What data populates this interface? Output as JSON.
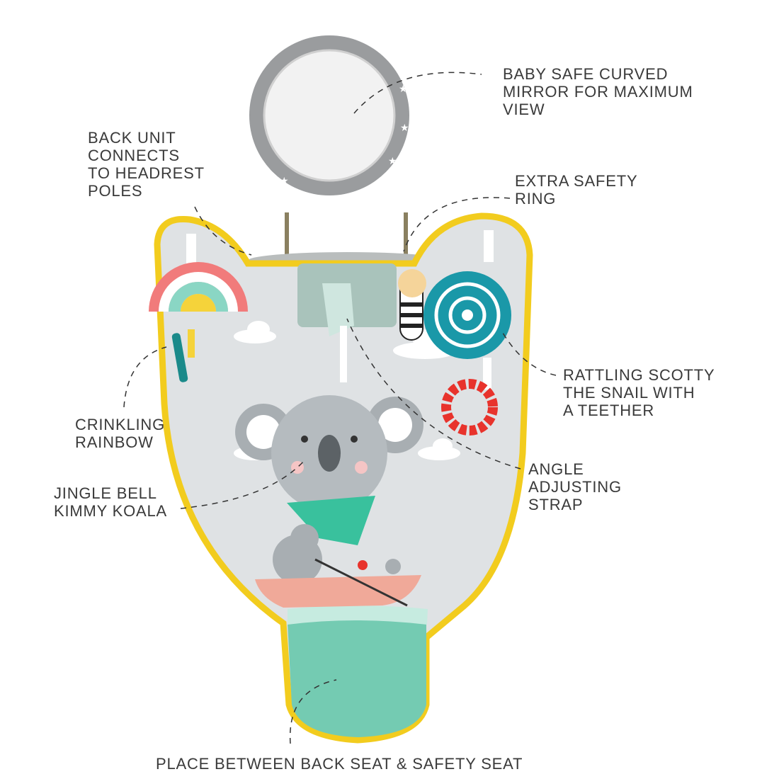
{
  "labels": {
    "mirror": "BABY SAFE CURVED\nMIRROR FOR MAXIMUM\nVIEW",
    "back_unit": "BACK UNIT\nCONNECTS\nTO HEADREST\nPOLES",
    "safety_ring": "EXTRA SAFETY\nRING",
    "snail": "RATTLING SCOTTY\nTHE SNAIL WITH\nA TEETHER",
    "rainbow": "CRINKLING\nRAINBOW",
    "koala": "JINGLE BELL\nKIMMY KOALA",
    "strap": "ANGLE\nADJUSTING\nSTRAP",
    "placement": "PLACE BETWEEN BACK SEAT & SAFETY SEAT"
  },
  "colors": {
    "border": "#f2cc1e",
    "panel": "#dfe2e4",
    "mirror_ring": "#9a9c9e",
    "mint": "#74cbb2",
    "teether": "#e8332c",
    "snail_shell": "#1a98a8",
    "text": "#3a3a3a"
  }
}
